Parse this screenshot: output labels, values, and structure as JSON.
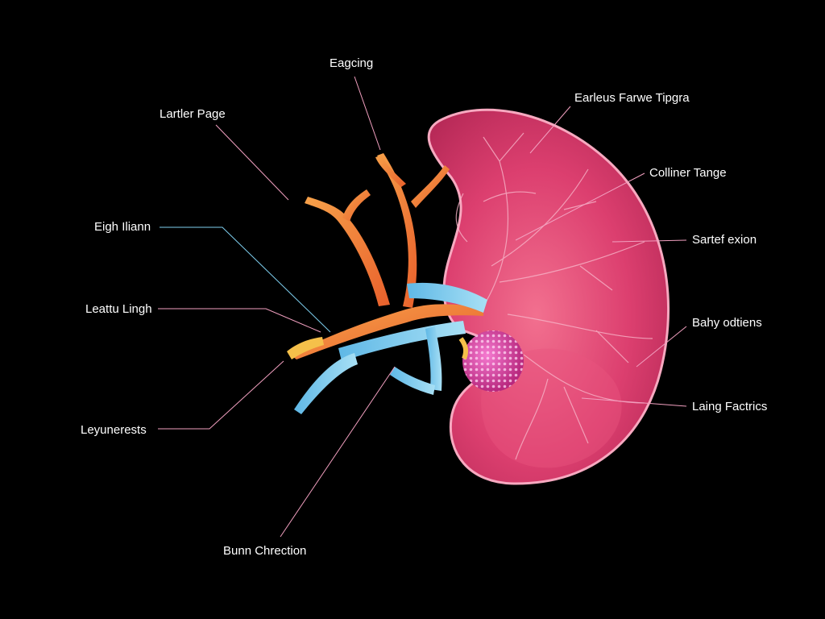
{
  "labels": {
    "eagcing": "Eagcing",
    "lartler_page": "Lartler Page",
    "earleus_farwe_tipgra": "Earleus Farwe Tipgra",
    "colliner_tange": "Colliner Tange",
    "eigh_iliann": "Eigh Iliann",
    "sartef_exion": "Sartef exion",
    "leattu_lingh": "Leattu Lingh",
    "bahy_odtiens": "Bahy odtiens",
    "laing_factrics": "Laing Factrics",
    "leyunerests": "Leyunerests",
    "bunn_chrection": "Bunn Chrection"
  },
  "colors": {
    "background": "#000000",
    "organ": "#d93d6e",
    "organ_rim": "#f59ab4",
    "vessel_orange": "#f07a3a",
    "duct_blue": "#8fd3f0",
    "nodule": "#e04fb0",
    "leader_pink": "#f2a0c0",
    "leader_blue": "#7fd0f0"
  }
}
